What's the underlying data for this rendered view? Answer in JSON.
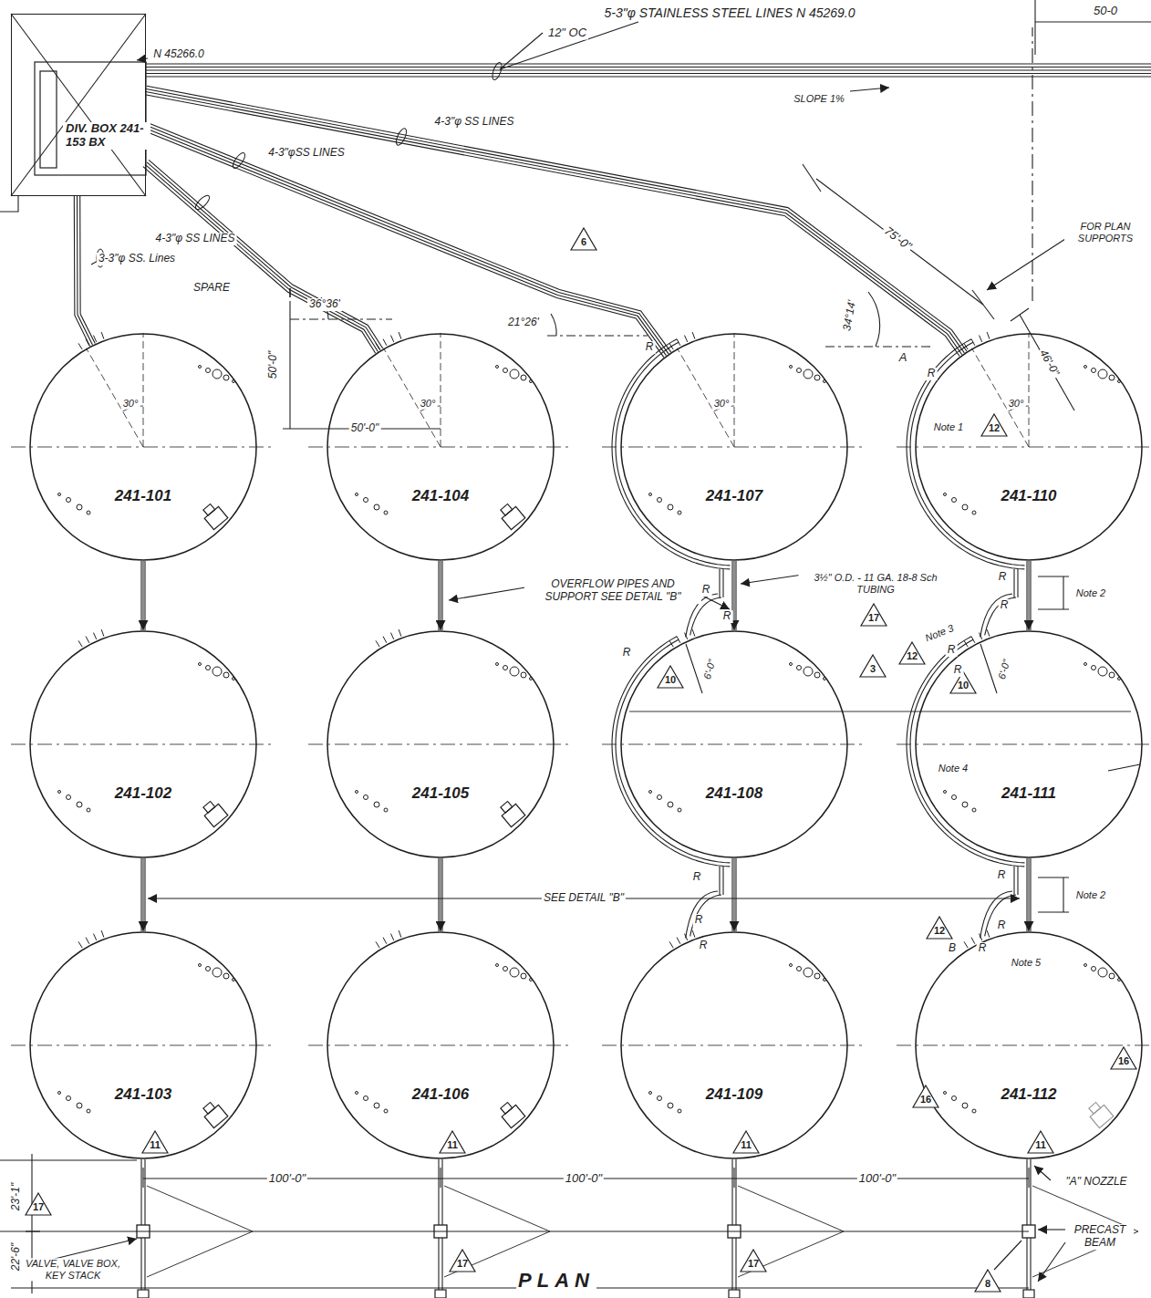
{
  "diagram": {
    "nodes": [
      {
        "text": [
          "DIV. BOX 241-153 BX"
        ]
      },
      {
        "text": [
          "241-101"
        ]
      },
      {
        "text": [
          "241-104"
        ]
      },
      {
        "text": [
          "241-107"
        ]
      },
      {
        "text": [
          "241-110"
        ]
      },
      {
        "text": [
          "241-102"
        ]
      },
      {
        "text": [
          "241-105"
        ]
      },
      {
        "text": [
          "241-108"
        ]
      },
      {
        "text": [
          "241-111"
        ]
      },
      {
        "text": [
          "241-103"
        ]
      },
      {
        "text": [
          "241-106"
        ]
      },
      {
        "text": [
          "241-109"
        ]
      },
      {
        "text": [
          "241-112"
        ]
      }
    ],
    "edges": [
      {
        "from": 0,
        "to": 1,
        "arrow": "none",
        "label": "3-3\"φ SS. Lines"
      },
      {
        "from": 0,
        "to": 2,
        "arrow": "none",
        "label": "4-3\"φ SS LINES"
      },
      {
        "from": 0,
        "to": 3,
        "arrow": "none",
        "label": "4-3\"φSS LINES"
      },
      {
        "from": 0,
        "to": 4,
        "arrow": "none",
        "label": "4-3\"φ SS LINES"
      },
      {
        "from": 1,
        "to": 5,
        "arrow": "to"
      },
      {
        "from": 5,
        "to": 9,
        "arrow": "to"
      },
      {
        "from": 2,
        "to": 6,
        "arrow": "to"
      },
      {
        "from": 6,
        "to": 10,
        "arrow": "to"
      },
      {
        "from": 3,
        "to": 7,
        "arrow": "to"
      },
      {
        "from": 7,
        "to": 11,
        "arrow": "to"
      },
      {
        "from": 4,
        "to": 8,
        "arrow": "to"
      },
      {
        "from": 8,
        "to": 12,
        "arrow": "to"
      }
    ],
    "labels": [
      "5-3\"φ STAINLESS STEEL LINES N 45269.0",
      "12\" OC",
      "N 45266.0",
      "50-0",
      "SLOPE 1%",
      "SPARE",
      "36°36'",
      "50'-0\"",
      "50'-0\"",
      "21°26'",
      "34°14'",
      "75'-0\"",
      "FOR PLAN SUPPORTS",
      "A",
      "46'-0\"",
      "30°",
      "30°",
      "30°",
      "30°",
      "Note 1",
      "12",
      "6",
      "OVERFLOW PIPES AND SUPPORT SEE DETAIL \"B\"",
      "3½\" O.D. - 11 GA. 18-8 Sch TUBING",
      "17",
      "Note 3",
      "Note 2",
      "12",
      "3",
      "10",
      "6'-0\"",
      "10",
      "6'-0\"",
      "Note 4",
      "SEE DETAIL \"B\"",
      "Note 2",
      "12",
      "Note 5",
      "16",
      "16",
      "11",
      "11",
      "11",
      "11",
      "100'-0\"",
      "100'-0\"",
      "100'-0\"",
      "\"A\" NOZZLE",
      "17",
      "23'-1\"",
      "22'-6\"",
      "17",
      "17",
      "PRECAST BEAM",
      "8",
      "VALVE, VALVE BOX, KEY STACK",
      "PLAN",
      "B",
      "R",
      "R",
      "R",
      "R",
      "R",
      "R",
      "R",
      "R",
      "R",
      "R",
      "R",
      "R",
      "R",
      "R",
      "R"
    ]
  }
}
